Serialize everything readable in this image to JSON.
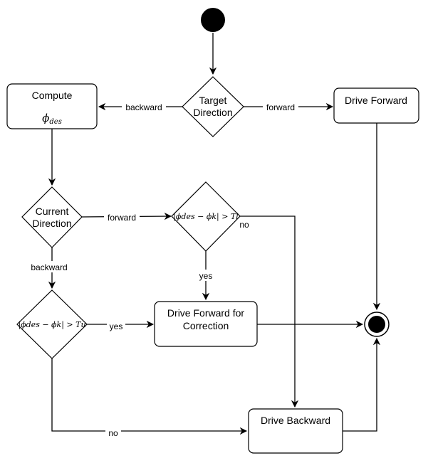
{
  "nodes": {
    "target_direction": {
      "line1": "Target",
      "line2": "Direction"
    },
    "compute": {
      "label": "Compute",
      "formula_base": "ϕ",
      "formula_sub": "des"
    },
    "drive_forward": {
      "label": "Drive Forward"
    },
    "current_direction": {
      "line1": "Current",
      "line2": "Direction"
    },
    "condition_l": {
      "text": "|ϕdes − ϕk| > Tl"
    },
    "condition_u": {
      "text": "|ϕdes − ϕk| > Tu"
    },
    "drive_forward_correction": {
      "line1": "Drive Forward for",
      "line2": "Correction"
    },
    "drive_backward": {
      "label": "Drive Backward"
    }
  },
  "edges": {
    "td_backward": "backward",
    "td_forward": "forward",
    "cd_forward": "forward",
    "cd_backward": "backward",
    "cl_yes": "yes",
    "cl_no": "no",
    "cu_yes": "yes",
    "cu_no": "no"
  }
}
